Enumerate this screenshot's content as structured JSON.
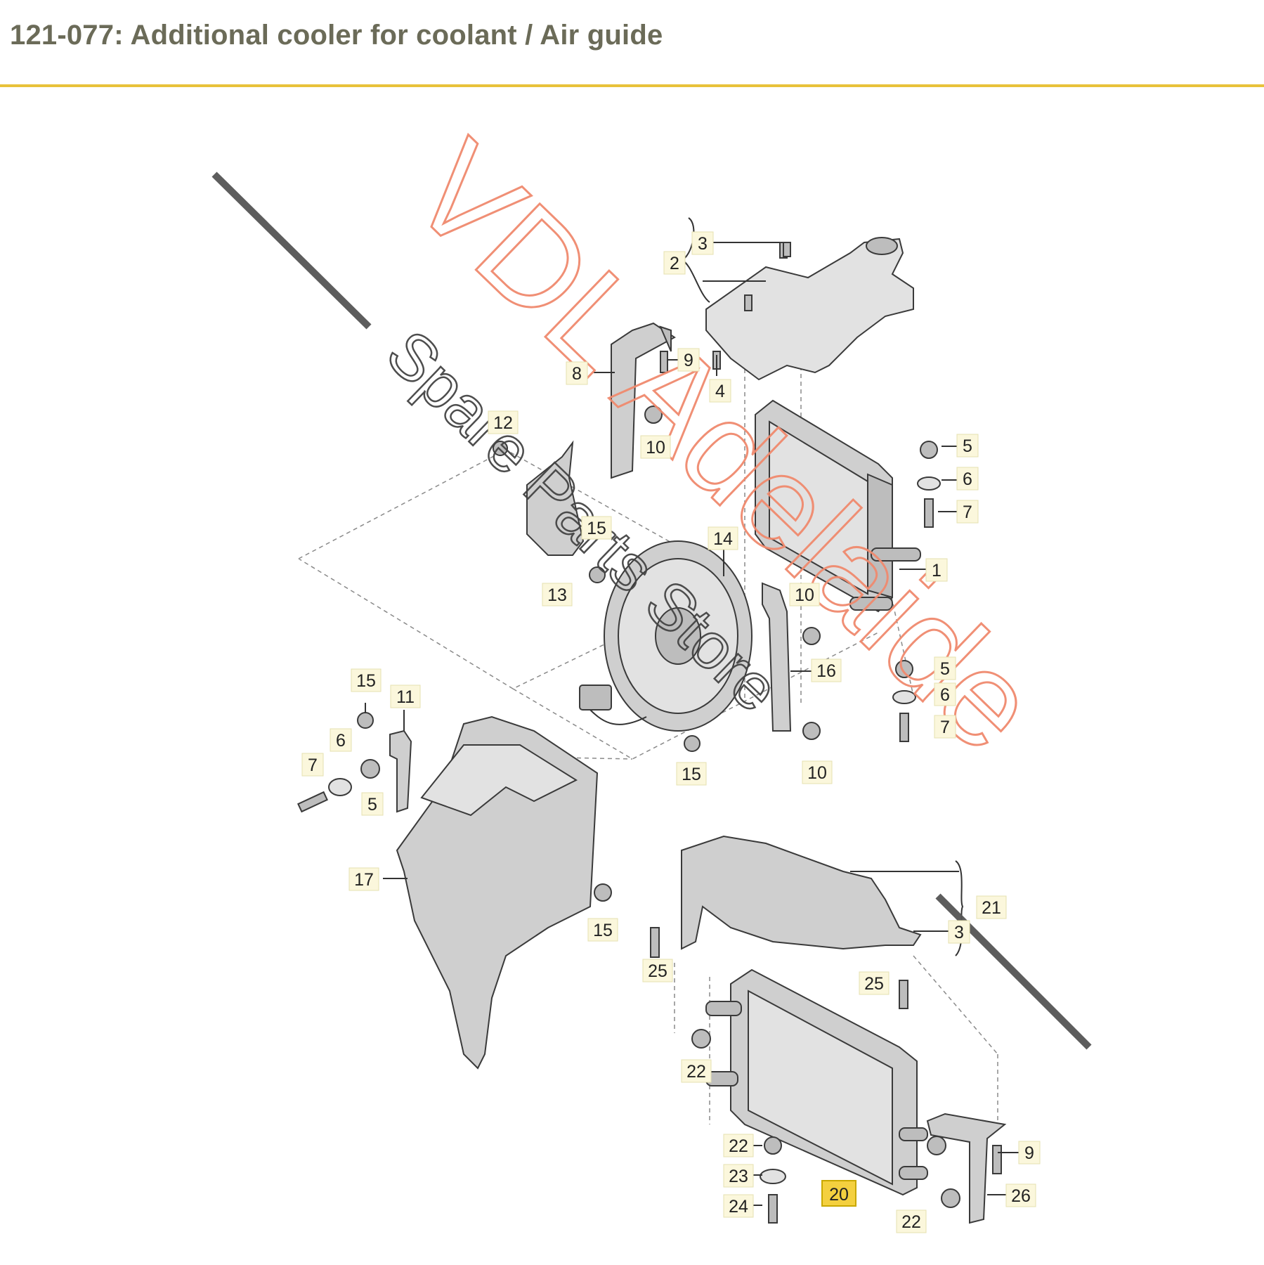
{
  "header": {
    "title": "121-077: Additional cooler for coolant / Air guide"
  },
  "colors": {
    "accent_line": "#e8c23a",
    "title_text": "#6b6b58",
    "watermark_primary": "#f08a6e",
    "watermark_secondary": "#444444",
    "highlight_label": "#f4d03f"
  },
  "watermark": {
    "line1": "VDL Adelaide",
    "line2": "Spare Parts Store"
  },
  "callouts": {
    "c1": "1",
    "c2": "2",
    "c3a": "3",
    "c3b": "3",
    "c4": "4",
    "c5a": "5",
    "c5b": "5",
    "c5c": "5",
    "c6a": "6",
    "c6b": "6",
    "c6c": "6",
    "c7a": "7",
    "c7b": "7",
    "c7c": "7",
    "c8": "8",
    "c9a": "9",
    "c9b": "9",
    "c10a": "10",
    "c10b": "10",
    "c10c": "10",
    "c11": "11",
    "c12": "12",
    "c13": "13",
    "c14": "14",
    "c15a": "15",
    "c15b": "15",
    "c15c": "15",
    "c15d": "15",
    "c16": "16",
    "c17": "17",
    "c20": "20",
    "c21": "21",
    "c22a": "22",
    "c22b": "22",
    "c22c": "22",
    "c23": "23",
    "c24": "24",
    "c25a": "25",
    "c25b": "25",
    "c26": "26"
  },
  "highlighted_part": "20"
}
